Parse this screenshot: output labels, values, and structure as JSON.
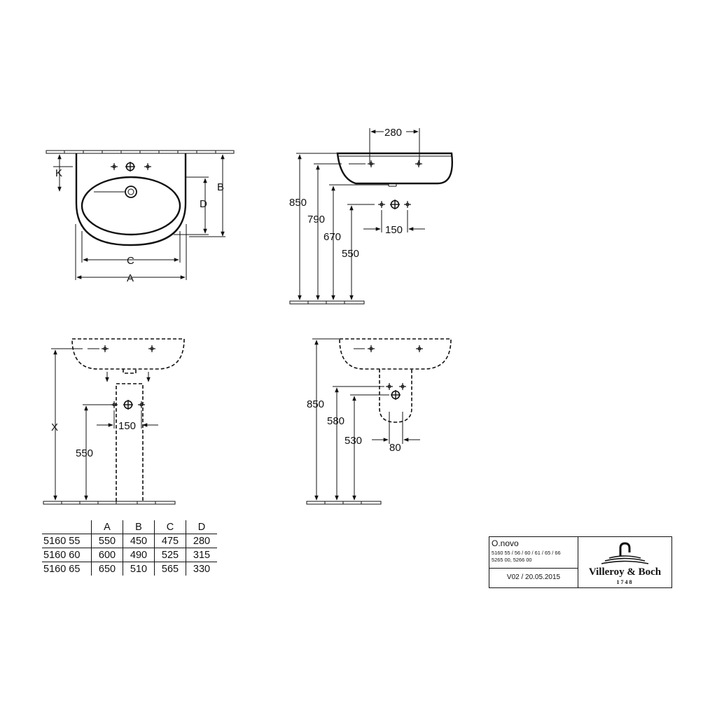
{
  "views": {
    "front_labels": {
      "k": "K",
      "b": "B",
      "d": "D",
      "c": "C",
      "a": "A"
    },
    "side_labels": {
      "width": "280",
      "h850": "850",
      "h790": "790",
      "h670": "670",
      "h550": "550",
      "spacing": "150"
    },
    "pedestal_labels": {
      "x": "X",
      "h550": "550",
      "spacing": "150"
    },
    "semi_pedestal_labels": {
      "h850": "850",
      "h580": "580",
      "h530": "530",
      "width": "80"
    }
  },
  "table": {
    "headers": [
      "",
      "A",
      "B",
      "C",
      "D"
    ],
    "rows": [
      {
        "code": "5160 55",
        "a": "550",
        "b": "450",
        "c": "475",
        "d": "280"
      },
      {
        "code": "5160 60",
        "a": "600",
        "b": "490",
        "c": "525",
        "d": "315"
      },
      {
        "code": "5160 65",
        "a": "650",
        "b": "510",
        "c": "565",
        "d": "330"
      }
    ]
  },
  "title_block": {
    "product": "O.novo",
    "codes_line1": "5160 55 / 56 / 60 / 61 / 65 / 66",
    "codes_line2": "5265 00, 5266 00",
    "version": "V02 / 20.05.2015",
    "brand": "Villeroy & Boch",
    "year": "1748",
    "logo_icon": "faucet-logo-icon"
  }
}
